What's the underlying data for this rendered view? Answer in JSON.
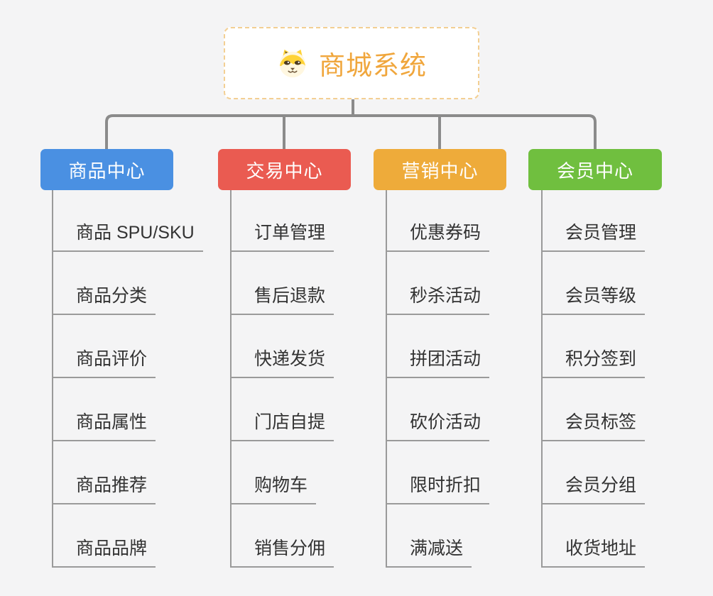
{
  "root": {
    "title": "商城系统",
    "icon": "dog-face-icon"
  },
  "branches": [
    {
      "label": "商品中心",
      "color": "#4a90e2",
      "children": [
        "商品 SPU/SKU",
        "商品分类",
        "商品评价",
        "商品属性",
        "商品推荐",
        "商品品牌"
      ]
    },
    {
      "label": "交易中心",
      "color": "#ea5b51",
      "children": [
        "订单管理",
        "售后退款",
        "快递发货",
        "门店自提",
        "购物车",
        "销售分佣"
      ]
    },
    {
      "label": "营销中心",
      "color": "#eeab3a",
      "children": [
        "优惠券码",
        "秒杀活动",
        "拼团活动",
        "砍价活动",
        "限时折扣",
        "满减送"
      ]
    },
    {
      "label": "会员中心",
      "color": "#70bf3f",
      "children": [
        "会员管理",
        "会员等级",
        "积分签到",
        "会员标签",
        "会员分组",
        "收货地址"
      ]
    }
  ],
  "colors": {
    "page_background": "#f4f4f5",
    "root_text": "#f0a63c",
    "root_border": "#f3cf93",
    "connector": "#8b8b8b",
    "leaf_line": "#9a9a9a",
    "leaf_text": "#333333",
    "dog_yellow": "#ffd337",
    "dog_cream": "#fff7e0",
    "dog_features": "#6b5336"
  }
}
